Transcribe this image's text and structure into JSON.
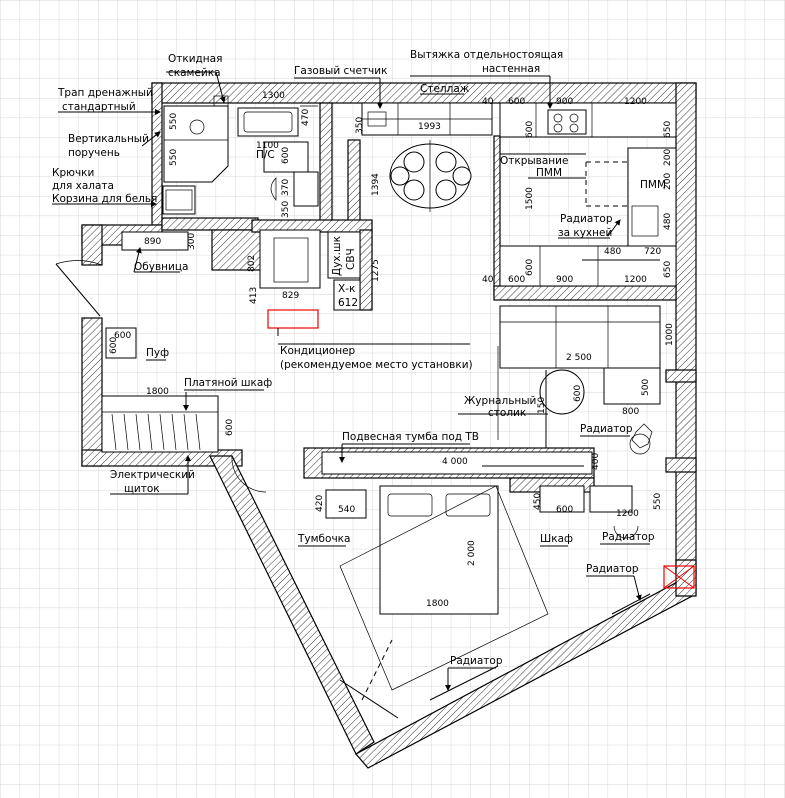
{
  "labels": {
    "folding_bench": [
      "Откидная",
      "скамейка"
    ],
    "gas_meter": "Газовый счетчик",
    "hood": [
      "Вытяжка отдельностоящая",
      "настенная"
    ],
    "drain": [
      "Трап дренажный",
      "стандартный"
    ],
    "handrail": [
      "Вертикальный",
      "поручень"
    ],
    "hooks": [
      "Крючки",
      "для халата",
      "Корзина для белья"
    ],
    "shelf": "Стеллаж",
    "dishwasher": [
      "Открывание",
      "ПММ"
    ],
    "dishwasher_short": "ПММ",
    "kitchen_radiator": [
      "Радиатор",
      "за кухней"
    ],
    "shoe_rack": "Обувница",
    "washer_dryer": "П/С",
    "oven": [
      "Дух.шк",
      "СВЧ"
    ],
    "fridge": [
      "Х-к",
      "612"
    ],
    "ac": [
      "Кондиционер",
      "(рекомендуемое место установки)"
    ],
    "pouf": "Пуф",
    "wardrobe": "Платяной шкаф",
    "coffee_table": [
      "Журнальный",
      "столик"
    ],
    "radiator": "Радиатор",
    "tv_stand": "Подвесная тумба под ТВ",
    "panel": [
      "Электрический",
      "щиток"
    ],
    "nightstand": "Тумбочка",
    "cabinet": "Шкаф"
  },
  "dims": {
    "bath_1300": "1300",
    "bath_470": "470",
    "bath_1100": "1100",
    "bath_600": "600",
    "bath_370": "370",
    "bath_350": "350",
    "shower_550a": "550",
    "shower_550b": "550",
    "shelf_350": "350",
    "shelf_1993": "1993",
    "shelf_1394": "1394",
    "k_40a": "40",
    "k_600a": "600",
    "k_900a": "900",
    "k_1200a": "1200",
    "k_600b": "600",
    "k_650a": "650",
    "k_200": "200",
    "k_1500": "1500",
    "k_480": "480",
    "k_720": "720",
    "k_480v": "480",
    "k_40b": "40",
    "k_600c": "600",
    "k_900b": "900",
    "k_1200b": "1200",
    "k_650b": "650",
    "k_600d": "600",
    "k_200b": "200",
    "shoe_890": "890",
    "shoe_300": "300",
    "door_802": "802",
    "fr_829": "829",
    "fr_413": "413",
    "fr_1275": "1275",
    "pouf_600a": "600",
    "pouf_600b": "600",
    "ward_1800": "1800",
    "ward_600": "600",
    "sofa_2500": "2 500",
    "sofa_1000": "1000",
    "sofa_500": "500",
    "sofa_800": "800",
    "table_600": "600",
    "table_150": "150",
    "tv_4000": "4 000",
    "tv_400": "400",
    "ns_420": "420",
    "ns_540": "540",
    "cab_450": "450",
    "cab_600": "600",
    "cab_1200": "1200",
    "cab_550": "550",
    "bed_2000": "2 000",
    "bed_1800": "1800"
  }
}
